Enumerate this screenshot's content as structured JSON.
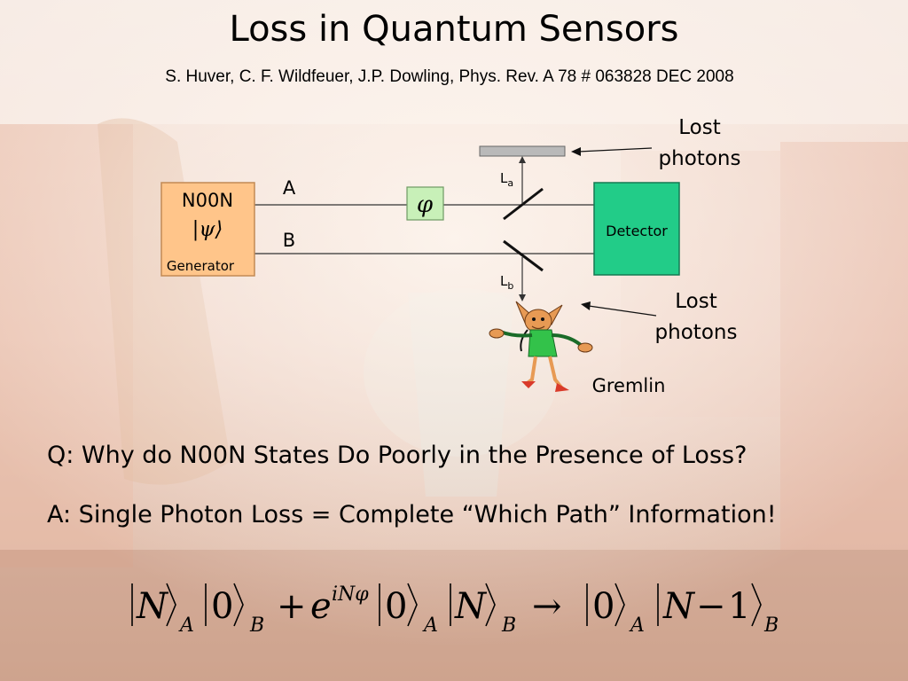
{
  "slide": {
    "title": "Loss in Quantum Sensors",
    "citation": "S. Huver, C. F. Wildfeuer, J.P. Dowling, Phys. Rev. A 78   # 063828   DEC 2008"
  },
  "diagram": {
    "generator_top": "N00N",
    "generator_state": "|ψ⟩",
    "generator_bottom": "Generator",
    "path_a": "A",
    "path_b": "B",
    "phase": "φ",
    "detector": "Detector",
    "loss_a_base": "L",
    "loss_a_sub": "a",
    "loss_b_base": "L",
    "loss_b_sub": "b",
    "lost_top_line1": "Lost",
    "lost_top_line2": "photons",
    "lost_bottom_line1": "Lost",
    "lost_bottom_line2": "photons",
    "gremlin": "Gremlin",
    "colors": {
      "generator_fill": "#ffc58a",
      "phase_fill": "#c8f0b8",
      "detector_fill": "#22cc88",
      "line": "#333333"
    }
  },
  "question": "Q: Why do N00N States Do Poorly in the Presence of Loss?",
  "answer": "A: Single Photon Loss = Complete “Which Path” Information!",
  "equation": {
    "N": "N",
    "A": "A",
    "B": "B",
    "zero": "0",
    "plus": "+",
    "e": "e",
    "exponent": "iNφ",
    "arrow": "→",
    "minus": "−",
    "one": "1"
  }
}
